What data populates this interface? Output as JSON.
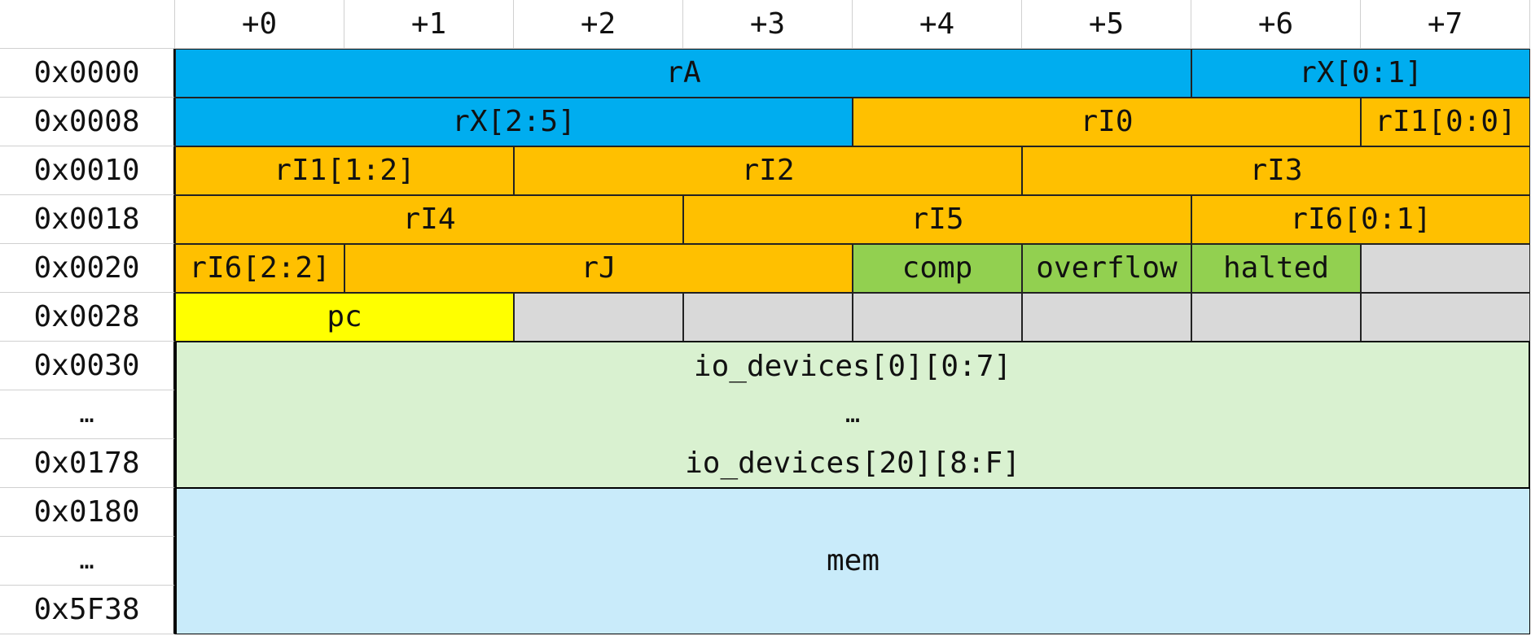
{
  "colors": {
    "register_blue": "#00adef",
    "register_orange": "#ffc000",
    "flag_green": "#92d050",
    "pc_yellow": "#ffff00",
    "unused_gray": "#d9d9d9",
    "io_green": "#d9f1d0",
    "mem_blue": "#c9ebfa"
  },
  "column_headers": [
    "+0",
    "+1",
    "+2",
    "+3",
    "+4",
    "+5",
    "+6",
    "+7"
  ],
  "row_addresses": [
    "0x0000",
    "0x0008",
    "0x0010",
    "0x0018",
    "0x0020",
    "0x0028",
    "0x0030",
    "…",
    "0x0178",
    "0x0180",
    "…",
    "0x5F38"
  ],
  "fields": [
    {
      "label": "rA",
      "row": 0,
      "col": 0,
      "span": 6,
      "color": "register_blue"
    },
    {
      "label": "rX[0:1]",
      "row": 0,
      "col": 6,
      "span": 2,
      "color": "register_blue"
    },
    {
      "label": "rX[2:5]",
      "row": 1,
      "col": 0,
      "span": 4,
      "color": "register_blue"
    },
    {
      "label": "rI0",
      "row": 1,
      "col": 4,
      "span": 3,
      "color": "register_orange"
    },
    {
      "label": "rI1[0:0]",
      "row": 1,
      "col": 7,
      "span": 1,
      "color": "register_orange"
    },
    {
      "label": "rI1[1:2]",
      "row": 2,
      "col": 0,
      "span": 2,
      "color": "register_orange"
    },
    {
      "label": "rI2",
      "row": 2,
      "col": 2,
      "span": 3,
      "color": "register_orange"
    },
    {
      "label": "rI3",
      "row": 2,
      "col": 5,
      "span": 3,
      "color": "register_orange"
    },
    {
      "label": "rI4",
      "row": 3,
      "col": 0,
      "span": 3,
      "color": "register_orange"
    },
    {
      "label": "rI5",
      "row": 3,
      "col": 3,
      "span": 3,
      "color": "register_orange"
    },
    {
      "label": "rI6[0:1]",
      "row": 3,
      "col": 6,
      "span": 2,
      "color": "register_orange"
    },
    {
      "label": "rI6[2:2]",
      "row": 4,
      "col": 0,
      "span": 1,
      "color": "register_orange"
    },
    {
      "label": "rJ",
      "row": 4,
      "col": 1,
      "span": 3,
      "color": "register_orange"
    },
    {
      "label": "comp",
      "row": 4,
      "col": 4,
      "span": 1,
      "color": "flag_green"
    },
    {
      "label": "overflow",
      "row": 4,
      "col": 5,
      "span": 1,
      "color": "flag_green"
    },
    {
      "label": "halted",
      "row": 4,
      "col": 6,
      "span": 1,
      "color": "flag_green"
    },
    {
      "label": "",
      "row": 4,
      "col": 7,
      "span": 1,
      "color": "unused_gray"
    },
    {
      "label": "pc",
      "row": 5,
      "col": 0,
      "span": 2,
      "color": "pc_yellow"
    },
    {
      "label": "",
      "row": 5,
      "col": 2,
      "span": 1,
      "color": "unused_gray"
    },
    {
      "label": "",
      "row": 5,
      "col": 3,
      "span": 1,
      "color": "unused_gray"
    },
    {
      "label": "",
      "row": 5,
      "col": 4,
      "span": 1,
      "color": "unused_gray"
    },
    {
      "label": "",
      "row": 5,
      "col": 5,
      "span": 1,
      "color": "unused_gray"
    },
    {
      "label": "",
      "row": 5,
      "col": 6,
      "span": 1,
      "color": "unused_gray"
    },
    {
      "label": "",
      "row": 5,
      "col": 7,
      "span": 1,
      "color": "unused_gray"
    }
  ],
  "io_rows": [
    {
      "label": "io_devices[0][0:7]",
      "row": 6
    },
    {
      "label": "…",
      "row": 7
    },
    {
      "label": "io_devices[20][8:F]",
      "row": 8
    }
  ],
  "mem_block": {
    "label": "mem",
    "row_start": 9,
    "row_end": 11
  }
}
